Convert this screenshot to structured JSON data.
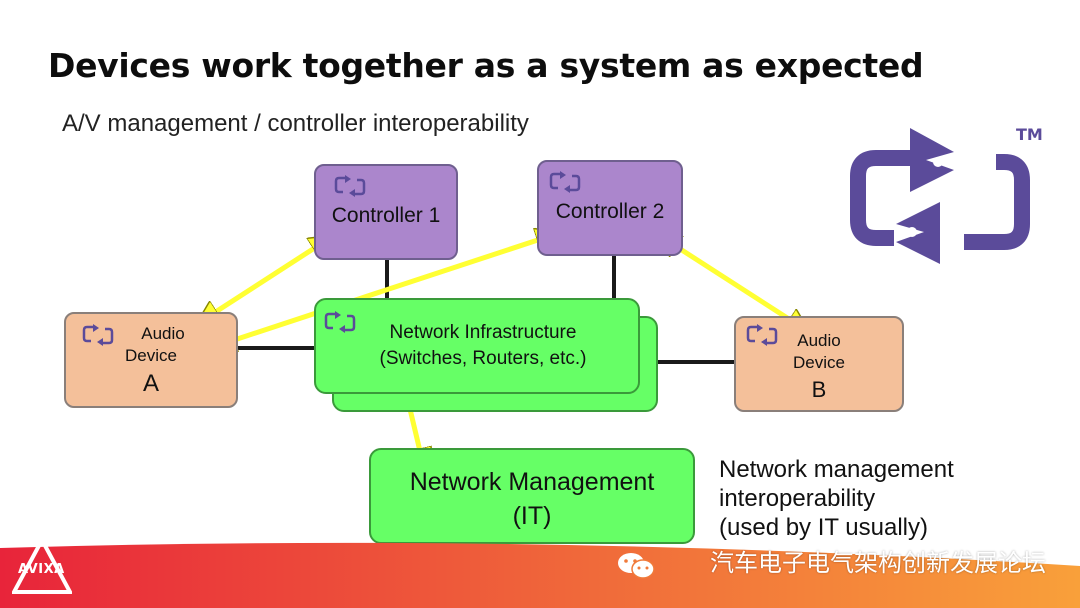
{
  "title": "Devices work together as a system as expected",
  "subtitle": "A/V management / controller interoperability",
  "nodes": {
    "controller1": "Controller 1",
    "controller2": "Controller 2",
    "audio_a": {
      "line1": "Audio",
      "line2": "Device",
      "line3": "A"
    },
    "audio_b": {
      "line1": "Audio",
      "line2": "Device",
      "line3": "B"
    },
    "network_infra": {
      "line1": "Network Infrastructure",
      "line2": "(Switches, Routers, etc.)"
    },
    "network_mgmt": {
      "line1": "Network Management",
      "line2": "(IT)"
    }
  },
  "side_note": [
    "Network management",
    "interoperability",
    "(used by IT usually)"
  ],
  "logo_mark": "TM",
  "footer": {
    "brand": "AVIXA",
    "watermark": "汽车电子电气架构创新发展论坛"
  },
  "colors": {
    "controller": "#ab86cc",
    "audio_device": "#f4c09a",
    "network": "#66ff66",
    "arrow": "#ffff33",
    "logo": "#5b4b9a"
  },
  "icons": [
    "interop-icon",
    "wechat-icon",
    "avixa-logo-icon"
  ]
}
